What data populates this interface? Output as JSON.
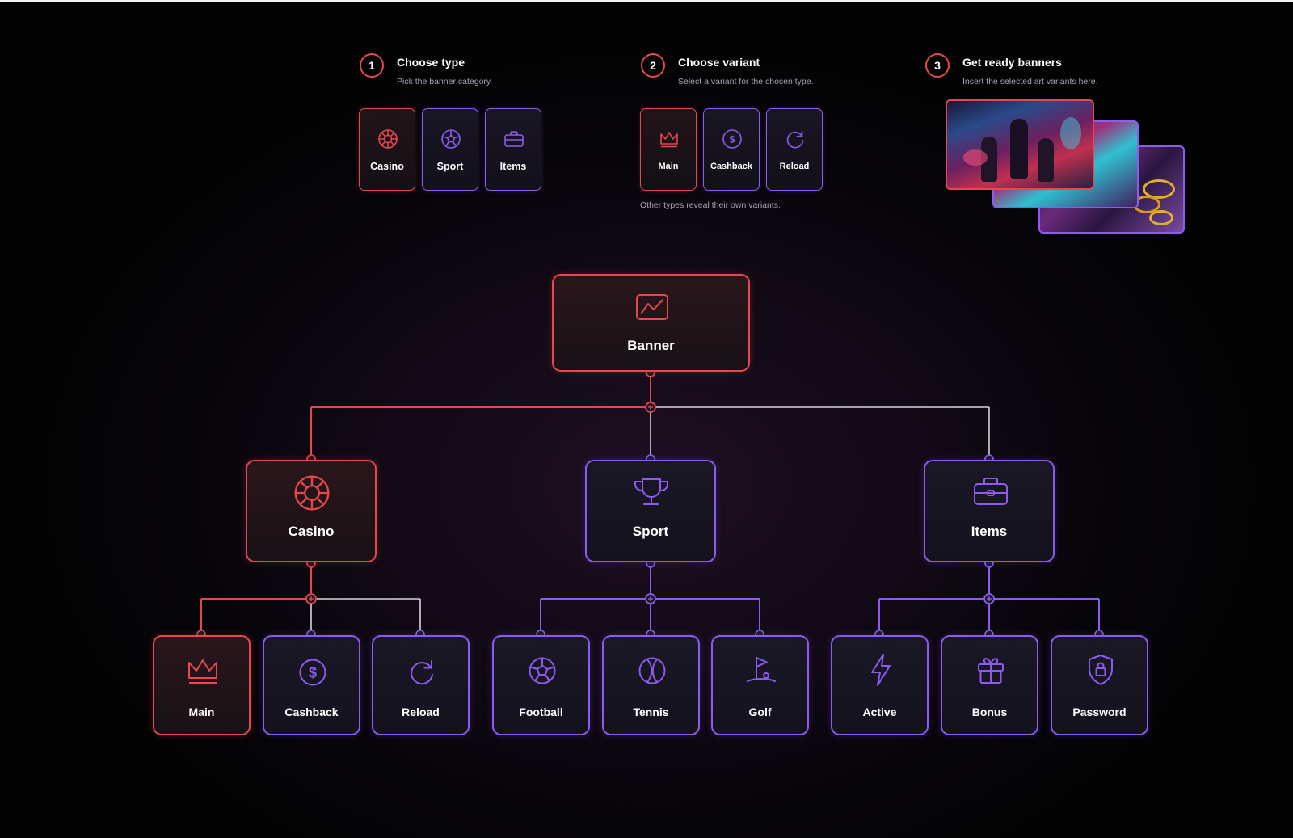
{
  "steps": [
    {
      "number": "1",
      "title": "Choose type",
      "description": "Pick the banner category."
    },
    {
      "number": "2",
      "title": "Choose variant",
      "description": "Select a variant for the chosen type."
    },
    {
      "number": "3",
      "title": "Get ready banners",
      "description": "Insert the selected art variants here."
    }
  ],
  "type_options": [
    {
      "label": "Casino",
      "icon": "roulette-icon",
      "selected": true
    },
    {
      "label": "Sport",
      "icon": "ball-icon",
      "selected": false
    },
    {
      "label": "Items",
      "icon": "briefcase-icon",
      "selected": false
    }
  ],
  "variant_options": [
    {
      "label": "Main",
      "icon": "crown-icon",
      "selected": true
    },
    {
      "label": "Cashback",
      "icon": "dollar-coin-icon",
      "selected": false
    },
    {
      "label": "Reload",
      "icon": "reload-icon",
      "selected": false
    }
  ],
  "variant_note": "Other types reveal their own variants.",
  "tree": {
    "root": {
      "label": "Banner",
      "icon": "image-icon",
      "selected": true
    },
    "types": [
      {
        "label": "Casino",
        "icon": "roulette-icon",
        "selected": true,
        "children": [
          {
            "label": "Main",
            "icon": "crown-icon",
            "selected": true
          },
          {
            "label": "Cashback",
            "icon": "dollar-coin-icon",
            "selected": false
          },
          {
            "label": "Reload",
            "icon": "reload-icon",
            "selected": false
          }
        ]
      },
      {
        "label": "Sport",
        "icon": "trophy-icon",
        "selected": false,
        "children": [
          {
            "label": "Football",
            "icon": "football-icon",
            "selected": false
          },
          {
            "label": "Tennis",
            "icon": "tennis-ball-icon",
            "selected": false
          },
          {
            "label": "Golf",
            "icon": "golf-flag-icon",
            "selected": false
          }
        ]
      },
      {
        "label": "Items",
        "icon": "briefcase-icon",
        "selected": false,
        "children": [
          {
            "label": "Active",
            "icon": "lightning-icon",
            "selected": false
          },
          {
            "label": "Bonus",
            "icon": "gift-icon",
            "selected": false
          },
          {
            "label": "Password",
            "icon": "shield-lock-icon",
            "selected": false
          }
        ]
      }
    ]
  },
  "colors": {
    "selected": "#e5484d",
    "default": "#8c5cf0",
    "inactive_line": "#d8d4e0"
  }
}
